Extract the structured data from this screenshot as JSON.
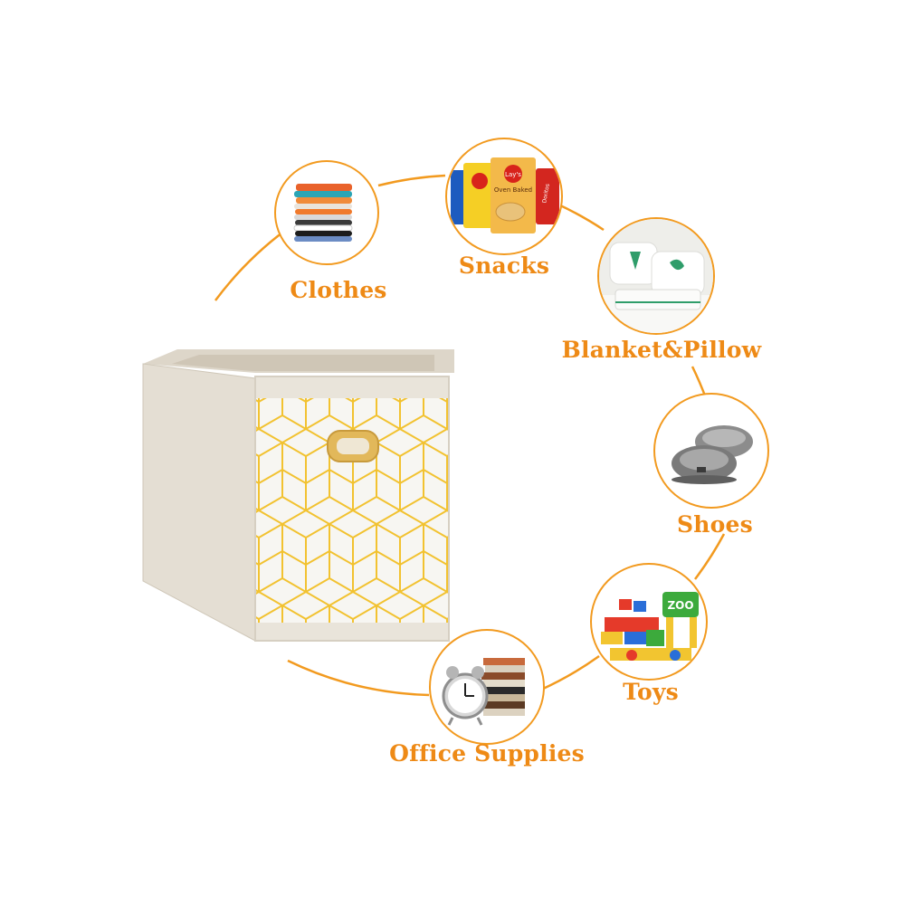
{
  "accent_color": "#f29a1f",
  "label_color": "#ee8a16",
  "product": {
    "name_icon": "fabric-storage-cube-icon",
    "pattern_color": "#f2c230",
    "body_color": "#e6e0d6",
    "handle": "brass-handle-icon"
  },
  "categories": [
    {
      "key": "clothes",
      "label": "Clothes",
      "icon": "folded-clothes-icon"
    },
    {
      "key": "snacks",
      "label": "Snacks",
      "icon": "snack-bags-icon",
      "brand_text": [
        "Lay's",
        "Oven Baked",
        "Doritos"
      ]
    },
    {
      "key": "blanket",
      "label": "Blanket&Pillow",
      "icon": "pillow-blanket-icon"
    },
    {
      "key": "shoes",
      "label": "Shoes",
      "icon": "slippers-icon"
    },
    {
      "key": "toys",
      "label": "Toys",
      "icon": "toy-blocks-icon",
      "sign_text": "ZOO"
    },
    {
      "key": "office",
      "label": "Office Supplies",
      "icon": "clock-and-books-icon"
    }
  ]
}
